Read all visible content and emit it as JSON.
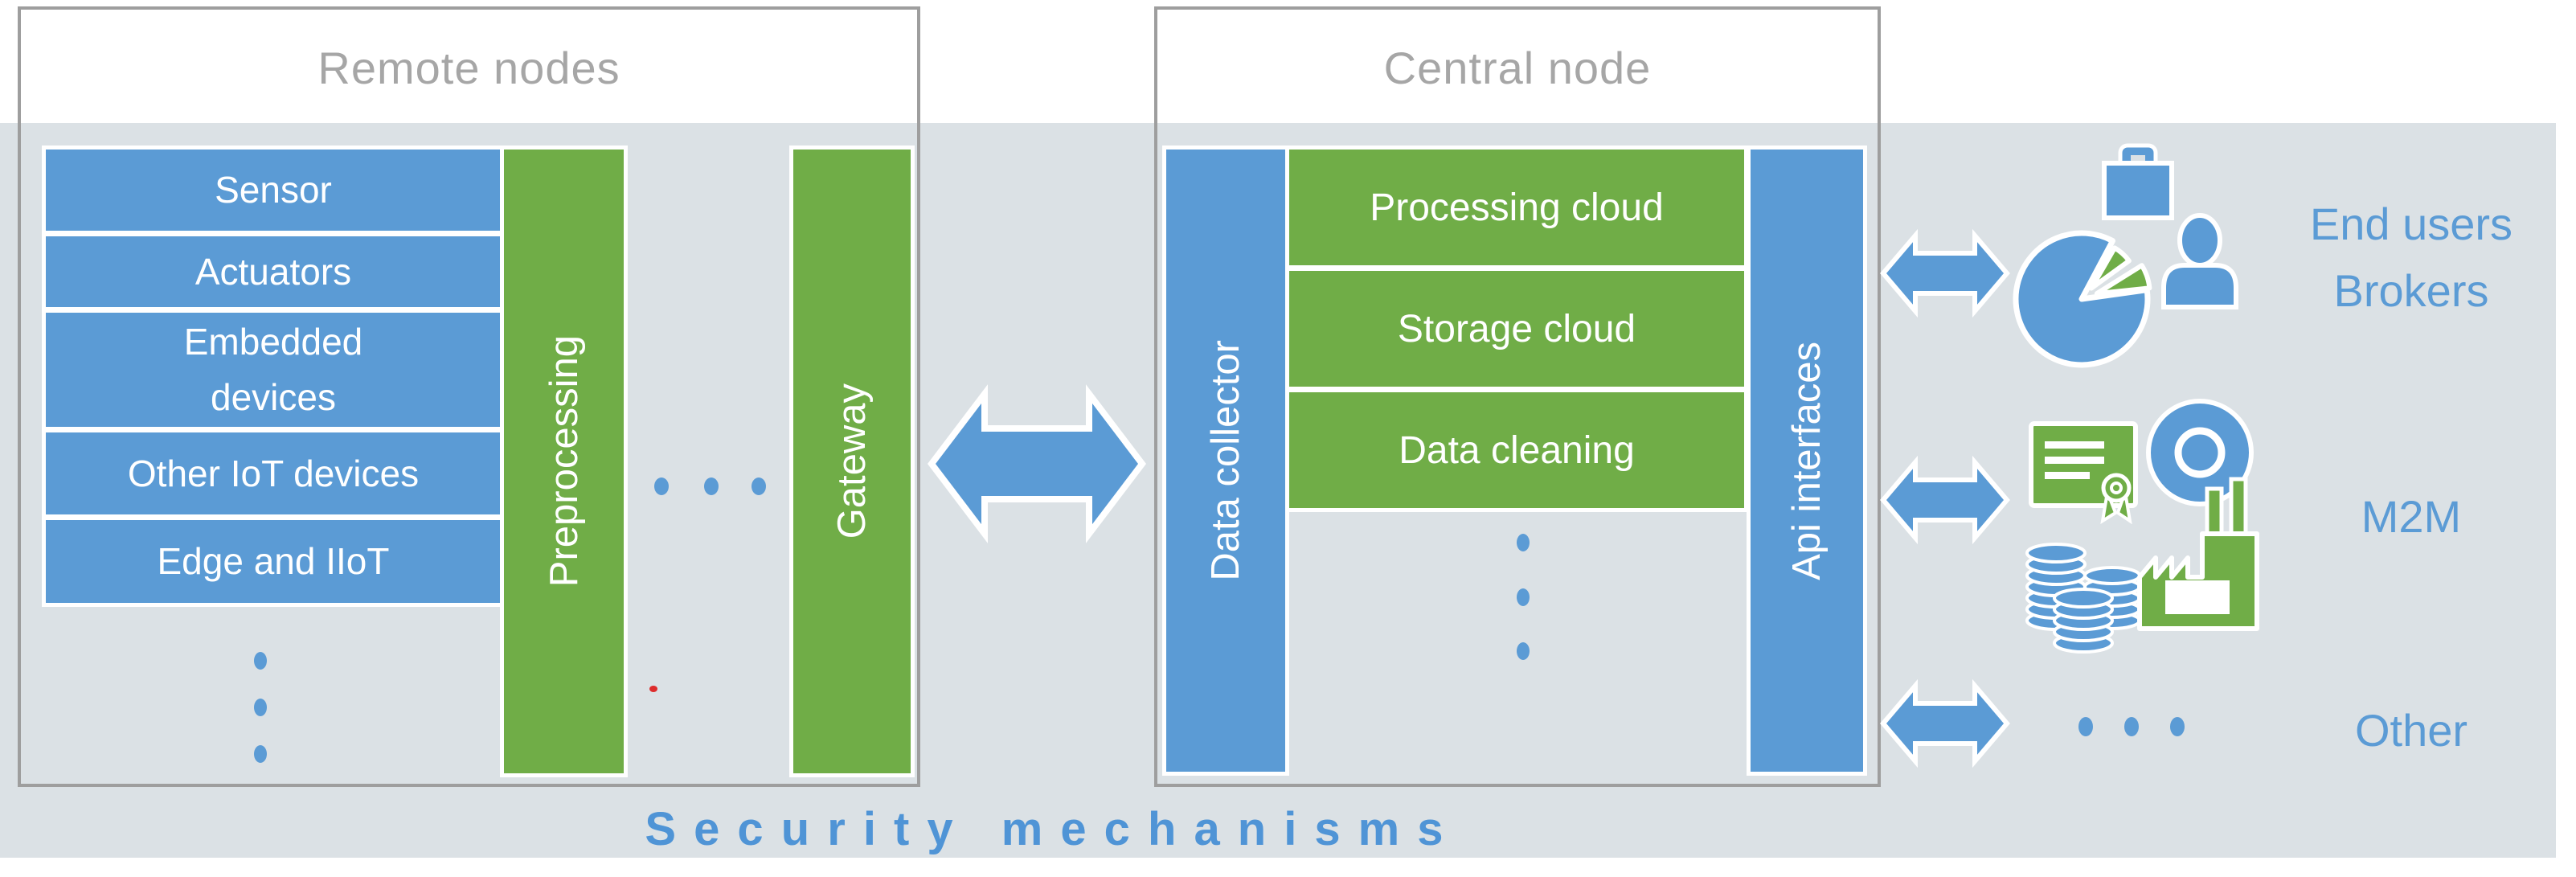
{
  "security_label": "Security mechanisms",
  "remote": {
    "title": "Remote nodes",
    "devices": [
      "Sensor",
      "Actuators",
      "Embedded devices",
      "Other IoT devices",
      "Edge and IIoT"
    ],
    "preprocessing_label": "Preprocessing",
    "gateway_label": "Gateway"
  },
  "central": {
    "title": "Central node",
    "data_collector_label": "Data collector",
    "clouds": [
      "Processing cloud",
      "Storage cloud",
      "Data cleaning"
    ],
    "api_label": "Api interfaces"
  },
  "right_groups": [
    {
      "id": "end-users-brokers",
      "labels": [
        "End users",
        "Brokers"
      ],
      "icons": [
        "briefcase-icon",
        "pie-chart-icon",
        "person-icon"
      ]
    },
    {
      "id": "m2m",
      "labels": [
        "M2M"
      ],
      "icons": [
        "certificate-icon",
        "disc-icon",
        "coins-icon",
        "factory-icon"
      ]
    },
    {
      "id": "other",
      "labels": [
        "Other"
      ],
      "icons": [
        "ellipsis-dots-icon"
      ]
    }
  ],
  "colors": {
    "accent_blue": "#5b9bd5",
    "accent_green": "#70ad47",
    "band_gray": "#dbe1e5",
    "border_gray": "#9e9e9e",
    "title_gray": "#a6a6a6",
    "security_text_blue": "#4f94d6",
    "stray_red_dot": "#dd2c2c"
  }
}
